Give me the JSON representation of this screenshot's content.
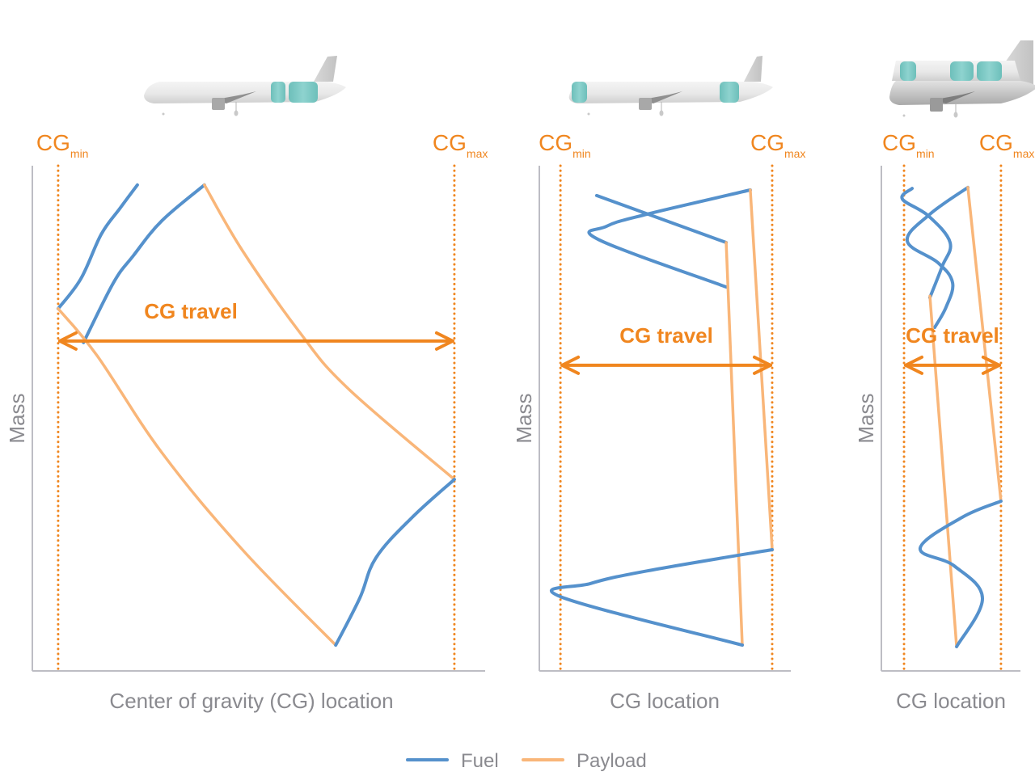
{
  "colors": {
    "fuel": "#5591cc",
    "payload": "#f9b679",
    "cg_limit": "#f0861f",
    "axis": "#bdbdc4",
    "text": "#8a8a8f",
    "tank": "#7cc8c4",
    "fuselage": "#e6e6e6"
  },
  "legend": {
    "items": [
      {
        "label": "Fuel",
        "series": "fuel"
      },
      {
        "label": "Payload",
        "series": "payload"
      }
    ]
  },
  "chart_data": [
    {
      "type": "line",
      "panel": "conventional-aircraft",
      "illustration": "aircraft with tanks in aft fuselage",
      "ylabel": "Mass",
      "xlabel": "Center of gravity (CG) location",
      "xlim": [
        0,
        1
      ],
      "ylim": [
        0,
        1
      ],
      "cg_min": {
        "label": "CG",
        "sub": "min",
        "x": 0.057
      },
      "cg_max": {
        "label": "CG",
        "sub": "max",
        "x": 0.932
      },
      "cg_travel": {
        "label": "CG travel",
        "from": 0.057,
        "to": 0.932,
        "y": 0.653
      },
      "series": [
        {
          "name": "Fuel",
          "key": "fuel",
          "points": [
            [
              0.057,
              0.717
            ],
            [
              0.107,
              0.776
            ],
            [
              0.152,
              0.864
            ],
            [
              0.193,
              0.915
            ],
            [
              0.232,
              0.962
            ]
          ]
        },
        {
          "name": "Fuel",
          "key": "fuel",
          "points": [
            [
              0.113,
              0.65
            ],
            [
              0.179,
              0.768
            ],
            [
              0.223,
              0.822
            ],
            [
              0.286,
              0.891
            ],
            [
              0.38,
              0.962
            ]
          ]
        },
        {
          "name": "Payload",
          "key": "payload",
          "points": [
            [
              0.38,
              0.962
            ],
            [
              0.464,
              0.832
            ],
            [
              0.589,
              0.672
            ],
            [
              0.696,
              0.56
            ],
            [
              0.932,
              0.379
            ]
          ]
        },
        {
          "name": "Payload",
          "key": "payload",
          "points": [
            [
              0.057,
              0.717
            ],
            [
              0.143,
              0.624
            ],
            [
              0.286,
              0.432
            ],
            [
              0.464,
              0.24
            ],
            [
              0.67,
              0.051
            ]
          ]
        },
        {
          "name": "Fuel",
          "key": "fuel",
          "points": [
            [
              0.67,
              0.051
            ],
            [
              0.723,
              0.144
            ],
            [
              0.759,
              0.224
            ],
            [
              0.839,
              0.304
            ],
            [
              0.932,
              0.379
            ]
          ]
        }
      ]
    },
    {
      "type": "line",
      "panel": "front-and-aft-tanks",
      "illustration": "aircraft with tanks in front and aft fuselage",
      "ylabel": "Mass",
      "xlabel": "CG location",
      "xlim": [
        0,
        1
      ],
      "ylim": [
        0,
        1
      ],
      "cg_min": {
        "label": "CG",
        "sub": "min",
        "x": 0.084
      },
      "cg_max": {
        "label": "CG",
        "sub": "max",
        "x": 0.926
      },
      "cg_travel": {
        "label": "CG travel",
        "from": 0.084,
        "to": 0.926,
        "y": 0.605
      },
      "series": [
        {
          "name": "Fuel",
          "key": "fuel",
          "points": [
            [
              0.228,
              0.941
            ],
            [
              0.743,
              0.848
            ]
          ]
        },
        {
          "name": "Fuel",
          "key": "fuel",
          "points": [
            [
              0.839,
              0.952
            ],
            [
              0.428,
              0.904
            ],
            [
              0.267,
              0.88
            ],
            [
              0.235,
              0.854
            ],
            [
              0.743,
              0.76
            ]
          ]
        },
        {
          "name": "Payload",
          "key": "payload",
          "points": [
            [
              0.743,
              0.848
            ],
            [
              0.807,
              0.051
            ]
          ]
        },
        {
          "name": "Payload",
          "key": "payload",
          "points": [
            [
              0.839,
              0.952
            ],
            [
              0.926,
              0.24
            ]
          ]
        },
        {
          "name": "Fuel",
          "key": "fuel",
          "points": [
            [
              0.926,
              0.24
            ],
            [
              0.428,
              0.198
            ],
            [
              0.203,
              0.173
            ],
            [
              0.084,
              0.147
            ],
            [
              0.807,
              0.051
            ]
          ]
        }
      ]
    },
    {
      "type": "line",
      "panel": "upper-deck-tanks",
      "illustration": "aircraft with tanks in an upper deck",
      "ylabel": "Mass",
      "xlabel": "CG location",
      "xlim": [
        0,
        1
      ],
      "ylim": [
        0,
        1
      ],
      "cg_min": {
        "label": "CG",
        "sub": "min",
        "x": 0.163
      },
      "cg_max": {
        "label": "CG",
        "sub": "max",
        "x": 0.86
      },
      "cg_travel": {
        "label": "CG travel",
        "from": 0.163,
        "to": 0.86,
        "y": 0.605
      },
      "series": [
        {
          "name": "Fuel",
          "key": "fuel",
          "points": [
            [
              0.221,
              0.955
            ],
            [
              0.151,
              0.934
            ],
            [
              0.337,
              0.901
            ],
            [
              0.494,
              0.848
            ],
            [
              0.436,
              0.8
            ],
            [
              0.349,
              0.739
            ]
          ]
        },
        {
          "name": "Fuel",
          "key": "fuel",
          "points": [
            [
              0.622,
              0.957
            ],
            [
              0.349,
              0.904
            ],
            [
              0.186,
              0.851
            ],
            [
              0.407,
              0.808
            ],
            [
              0.512,
              0.768
            ],
            [
              0.465,
              0.72
            ],
            [
              0.384,
              0.68
            ]
          ]
        },
        {
          "name": "Payload",
          "key": "payload",
          "points": [
            [
              0.622,
              0.957
            ],
            [
              0.86,
              0.336
            ]
          ]
        },
        {
          "name": "Payload",
          "key": "payload",
          "points": [
            [
              0.349,
              0.742
            ],
            [
              0.541,
              0.048
            ]
          ]
        },
        {
          "name": "Fuel",
          "key": "fuel",
          "points": [
            [
              0.86,
              0.336
            ],
            [
              0.581,
              0.304
            ],
            [
              0.279,
              0.243
            ],
            [
              0.523,
              0.208
            ],
            [
              0.727,
              0.144
            ],
            [
              0.541,
              0.048
            ]
          ]
        }
      ]
    }
  ]
}
